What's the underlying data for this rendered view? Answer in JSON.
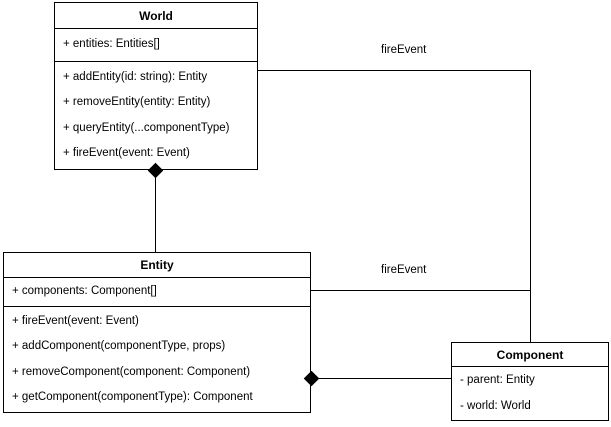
{
  "diagram": {
    "type": "uml-class-diagram",
    "classes": [
      {
        "name": "World",
        "attributes": [
          "+ entities: Entities[]"
        ],
        "operations": [
          "+ addEntity(id: string): Entity",
          "+ removeEntity(entity: Entity)",
          "+ queryEntity(...componentType)",
          "+ fireEvent(event: Event)"
        ]
      },
      {
        "name": "Entity",
        "attributes": [
          "+ components: Component[]"
        ],
        "operations": [
          "+ fireEvent(event: Event)",
          "+ addComponent(componentType, props)",
          "+ removeComponent(component: Component)",
          "+ getComponent(componentType): Component"
        ]
      },
      {
        "name": "Component",
        "attributes": [
          "- parent: Entity",
          "- world: World"
        ],
        "operations": []
      }
    ],
    "edges": [
      {
        "id": "world-entity-composition",
        "from": "World",
        "to": "Entity",
        "kind": "composition",
        "label": ""
      },
      {
        "id": "world-component-fireevent",
        "from": "World",
        "to": "Component",
        "kind": "association",
        "label": "fireEvent"
      },
      {
        "id": "entity-component-fireevent",
        "from": "Entity",
        "to": "Component",
        "kind": "association",
        "label": "fireEvent"
      },
      {
        "id": "entity-component-composition",
        "from": "Entity",
        "to": "Component",
        "kind": "composition",
        "label": ""
      }
    ],
    "colors": {
      "stroke": "#000000",
      "fill": "#ffffff",
      "text": "#000000"
    }
  }
}
